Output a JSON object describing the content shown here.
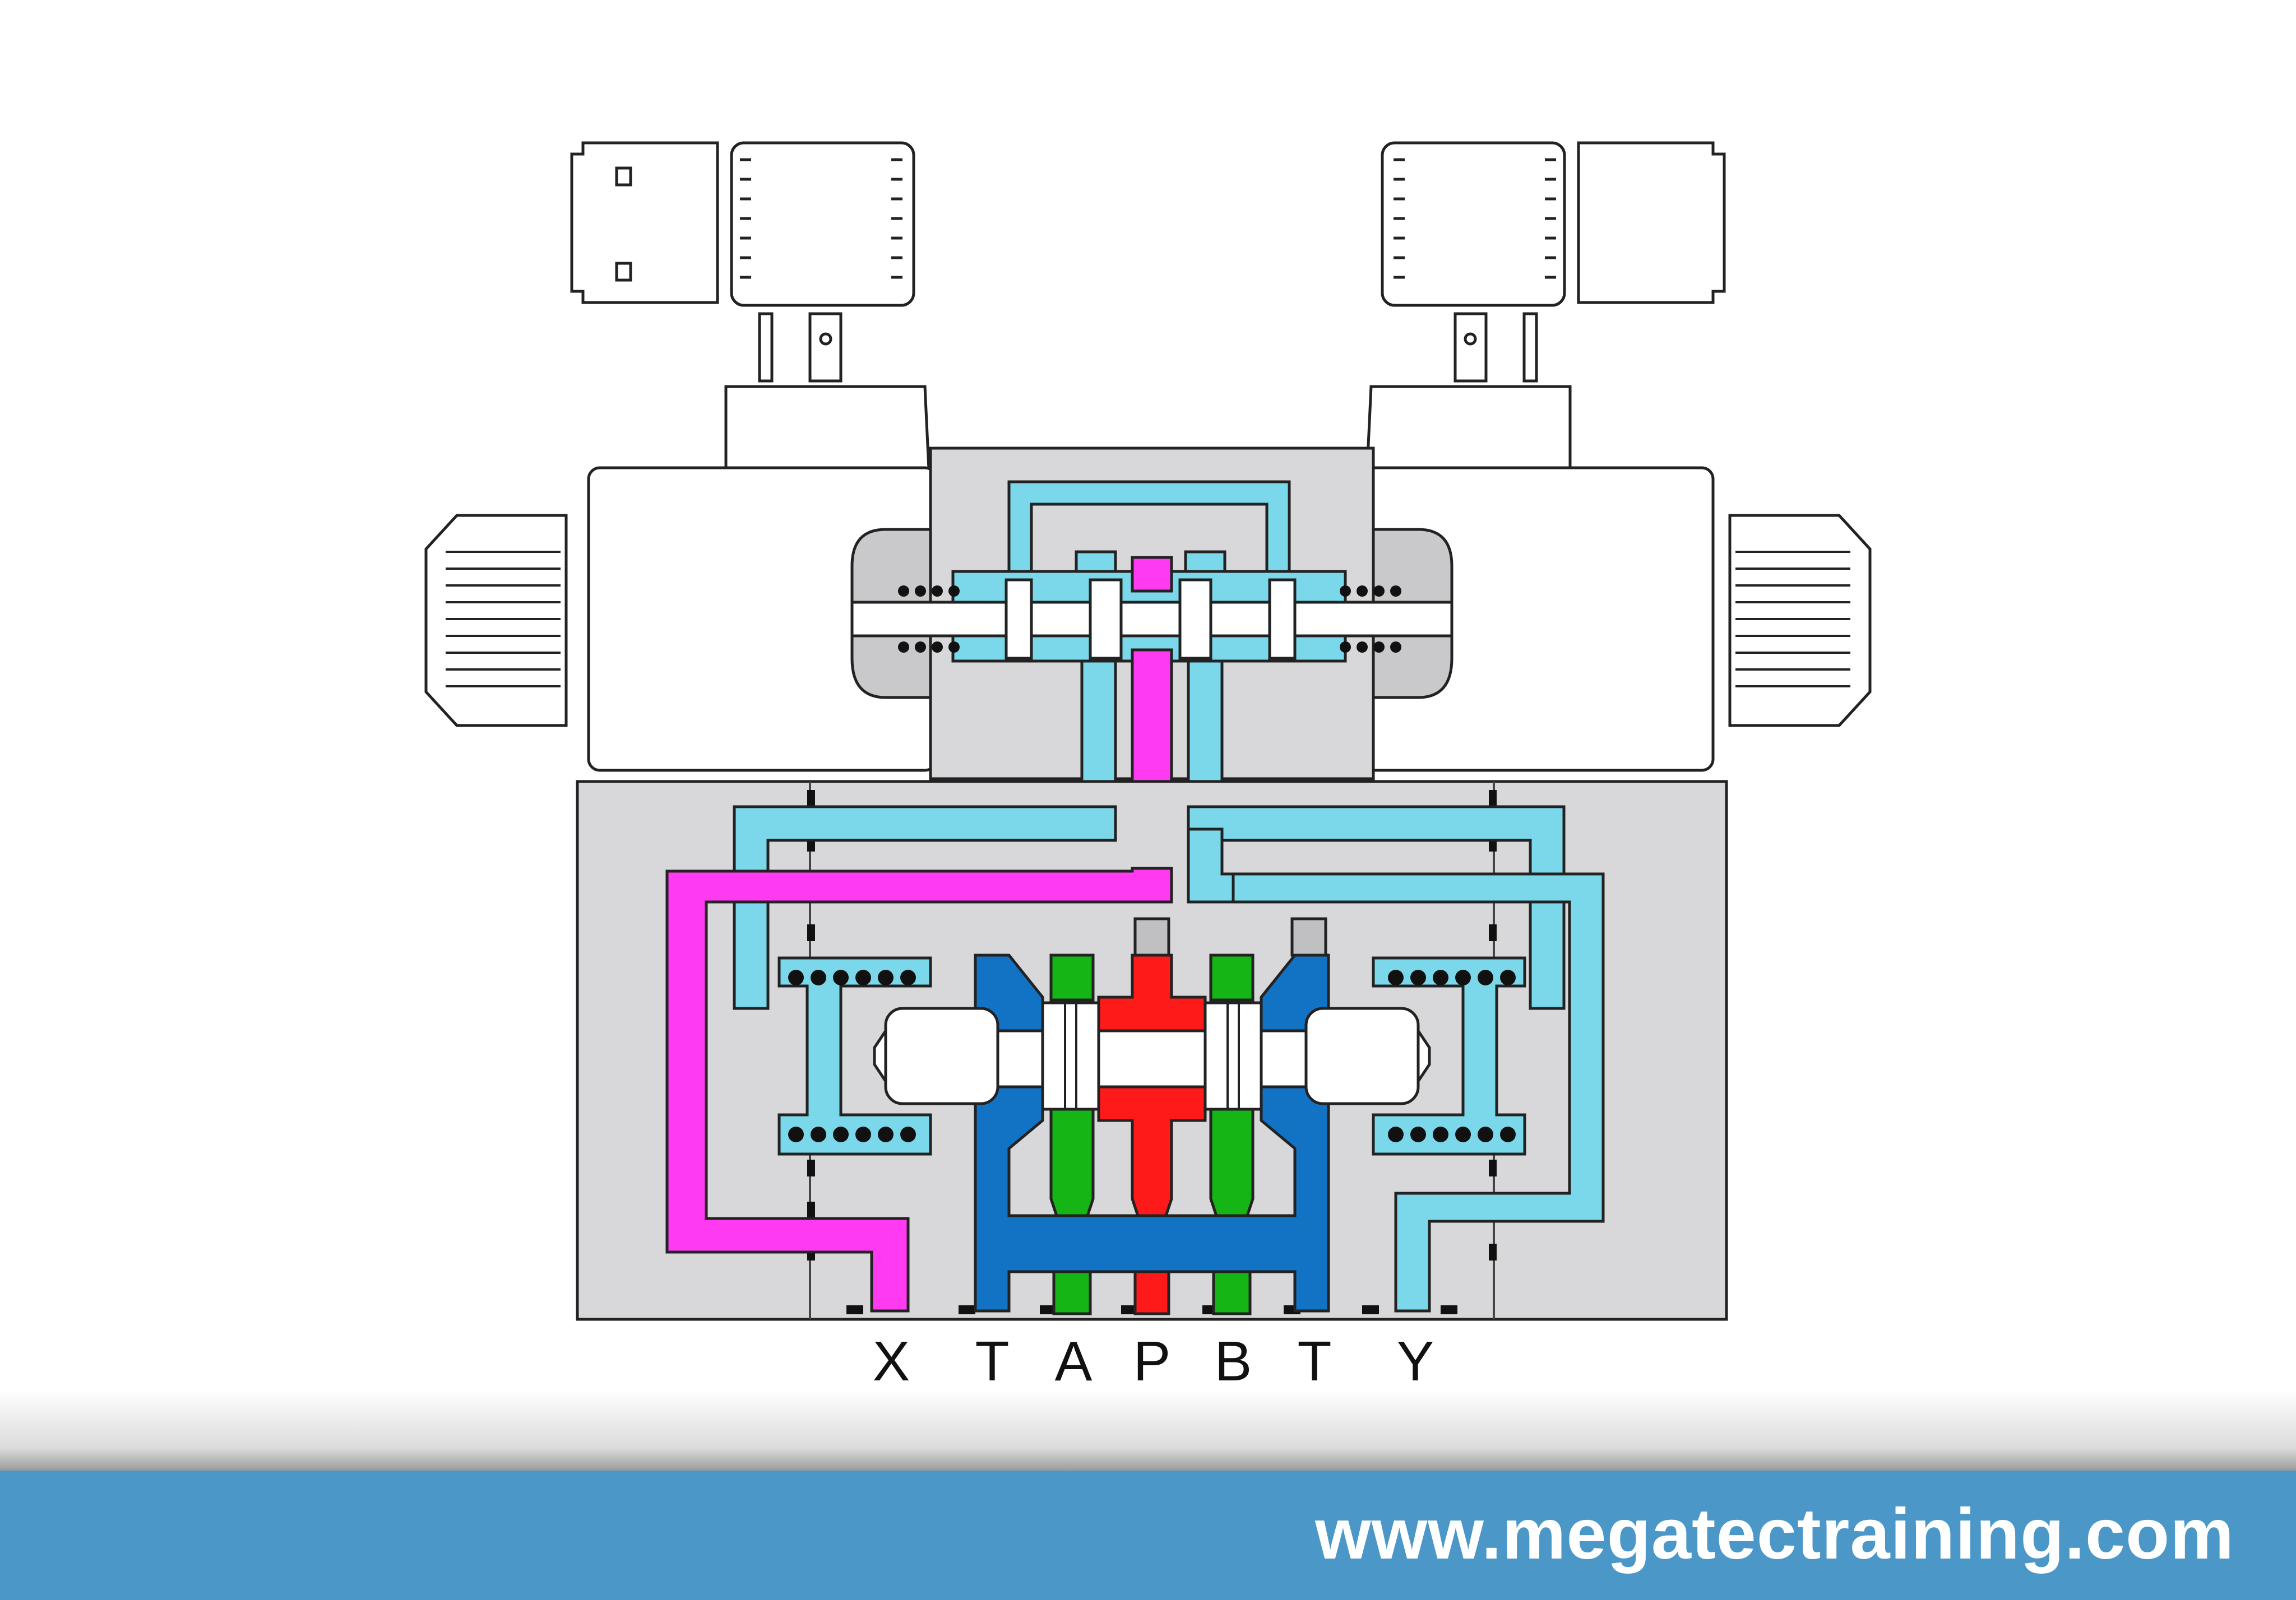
{
  "diagram": {
    "ports": [
      {
        "id": "X",
        "label": "X"
      },
      {
        "id": "T1",
        "label": "T"
      },
      {
        "id": "A",
        "label": "A"
      },
      {
        "id": "P",
        "label": "P"
      },
      {
        "id": "B",
        "label": "B"
      },
      {
        "id": "T2",
        "label": "T"
      },
      {
        "id": "Y",
        "label": "Y"
      }
    ]
  },
  "colors": {
    "body_gray": "#d8d8db",
    "pilot_pressure": "#ff3af0",
    "pilot_drain": "#7bd8ea",
    "main_pressure": "#ff1a1a",
    "work_ports": "#15b515",
    "tank": "#1273c4",
    "footer_bar": "#4a97c8"
  },
  "footer": {
    "url": "www.megatectraining.com"
  }
}
